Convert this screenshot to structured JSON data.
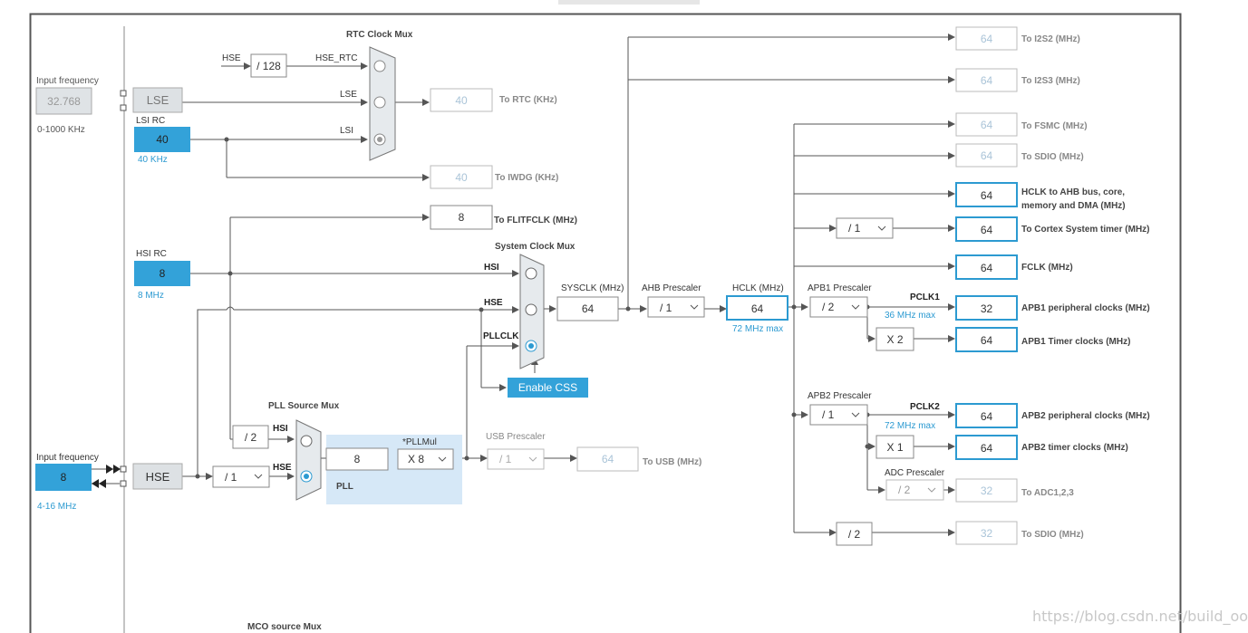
{
  "input_freq_lse": {
    "label": "Input frequency",
    "value": "32.768",
    "range": "0-1000 KHz"
  },
  "lse": {
    "label": "LSE"
  },
  "lsi_rc": {
    "label": "LSI RC",
    "value": "40",
    "unit": "40 KHz"
  },
  "rtc_mux": {
    "title": "RTC Clock Mux",
    "hse": "HSE",
    "div": "/ 128",
    "hse_rtc": "HSE_RTC",
    "lse": "LSE",
    "lsi": "LSI",
    "out_value": "40",
    "out_label": "To RTC (KHz)"
  },
  "iwdg": {
    "value": "40",
    "label": "To IWDG (KHz)"
  },
  "flitf": {
    "value": "8",
    "label": "To FLITFCLK (MHz)"
  },
  "hsi_rc": {
    "label": "HSI RC",
    "value": "8",
    "unit": "8 MHz"
  },
  "sys_mux": {
    "title": "System Clock Mux",
    "hsi": "HSI",
    "hse": "HSE",
    "pllclk": "PLLCLK"
  },
  "sysclk": {
    "label": "SYSCLK (MHz)",
    "value": "64"
  },
  "enable_css": "Enable CSS",
  "ahb": {
    "label": "AHB Prescaler",
    "value": "/ 1"
  },
  "hclk": {
    "label": "HCLK (MHz)",
    "value": "64",
    "max": "72 MHz max"
  },
  "pll_src": {
    "title": "PLL Source Mux",
    "div": "/ 2",
    "hsi": "HSI",
    "hse": "HSE"
  },
  "input_freq_hse": {
    "label": "Input frequency",
    "value": "8",
    "range": "4-16 MHz"
  },
  "hse": {
    "label": "HSE",
    "div": "/ 1"
  },
  "pll": {
    "label": "PLL",
    "value": "8",
    "mul_label": "*PLLMul",
    "mul": "X 8"
  },
  "usb": {
    "label": "USB Prescaler",
    "div": "/ 1",
    "value": "64",
    "out_label": "To USB (MHz)"
  },
  "outputs": {
    "i2s2": {
      "value": "64",
      "label": "To I2S2 (MHz)"
    },
    "i2s3": {
      "value": "64",
      "label": "To I2S3 (MHz)"
    },
    "fsmc": {
      "value": "64",
      "label": "To FSMC (MHz)"
    },
    "sdio1": {
      "value": "64",
      "label": "To SDIO (MHz)"
    },
    "hclk_ahb": {
      "value": "64",
      "label1": "HCLK to AHB bus, core,",
      "label2": "memory and DMA (MHz)"
    },
    "cortex": {
      "div": "/ 1",
      "value": "64",
      "label": "To Cortex System timer (MHz)"
    },
    "fclk": {
      "value": "64",
      "label": "FCLK (MHz)"
    },
    "apb1": {
      "label": "APB1 Prescaler",
      "div": "/ 2",
      "pclk": "PCLK1",
      "max": "36 MHz max",
      "value": "32",
      "out_label": "APB1 peripheral clocks (MHz)",
      "mul": "X 2",
      "timer_value": "64",
      "timer_label": "APB1 Timer clocks (MHz)"
    },
    "apb2": {
      "label": "APB2 Prescaler",
      "div": "/ 1",
      "pclk": "PCLK2",
      "max": "72 MHz max",
      "value": "64",
      "out_label": "APB2 peripheral clocks (MHz)",
      "mul": "X 1",
      "timer_value": "64",
      "timer_label": "APB2 timer clocks (MHz)"
    },
    "adc": {
      "label": "ADC Prescaler",
      "div": "/ 2",
      "value": "32",
      "out_label": "To ADC1,2,3"
    },
    "sdio2": {
      "div": "/ 2",
      "value": "32",
      "label": "To SDIO (MHz)"
    }
  },
  "mco": {
    "title": "MCO source Mux"
  },
  "watermark": "https://blog.csdn.net/build_ooox"
}
